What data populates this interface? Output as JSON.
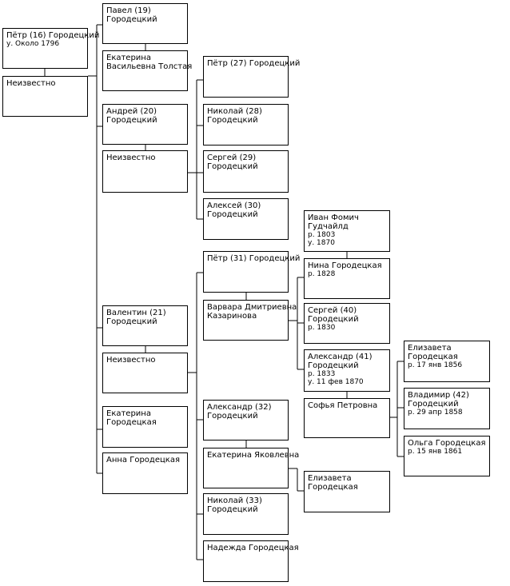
{
  "tree": {
    "persons": {
      "p16": [
        "Пётр (16) Городецкий",
        "у. Около 1796"
      ],
      "p16w": [
        "Неизвестно"
      ],
      "pavel": [
        "Павел (19)",
        "Городецкий"
      ],
      "ekat_t": [
        "Екатерина",
        "Васильевна Толстая"
      ],
      "andrey": [
        "Андрей (20)",
        "Городецкий"
      ],
      "andrey_w": [
        "Неизвестно"
      ],
      "petr27": [
        "Пётр (27) Городецкий"
      ],
      "nikolay28": [
        "Николай (28)",
        "Городецкий"
      ],
      "sergey29": [
        "Сергей (29)",
        "Городецкий"
      ],
      "aleksey30": [
        "Алексей (30)",
        "Городецкий"
      ],
      "valentin": [
        "Валентин (21)",
        "Городецкий"
      ],
      "valentin_w": [
        "Неизвестно"
      ],
      "ekat_g": [
        "Екатерина",
        "Городецкая"
      ],
      "anna": [
        "Анна Городецкая"
      ],
      "ivan": [
        "Иван Фомич",
        "Гудчайлд",
        "р. 1803",
        "у. 1870"
      ],
      "petr31": [
        "Пётр (31) Городецкий"
      ],
      "varvara": [
        "Варвара Дмитриевна",
        "Казаринова"
      ],
      "nina": [
        "Нина Городецкая",
        "р. 1828"
      ],
      "sergey40": [
        "Сергей (40)",
        "Городецкий",
        "р. 1830"
      ],
      "alex41": [
        "Александр (41)",
        "Городецкий",
        "р. 1833",
        "у. 11 фев 1870"
      ],
      "sofya": [
        "Софья Петровна"
      ],
      "eliz_56": [
        "Елизавета",
        "Городецкая",
        "р. 17 янв 1856"
      ],
      "vlad42": [
        "Владимир (42)",
        "Городецкий",
        "р. 29 апр 1858"
      ],
      "olga": [
        "Ольга Городецкая",
        "р. 15 янв 1861"
      ],
      "alex32": [
        "Александр (32)",
        "Городецкий"
      ],
      "ekat_ya": [
        "Екатерина Яковлевна"
      ],
      "eliz_g": [
        "Елизавета",
        "Городецкая"
      ],
      "nikolay33": [
        "Николай (33)",
        "Городецкий"
      ],
      "nadezhda": [
        "Надежда Городецкая"
      ]
    }
  }
}
